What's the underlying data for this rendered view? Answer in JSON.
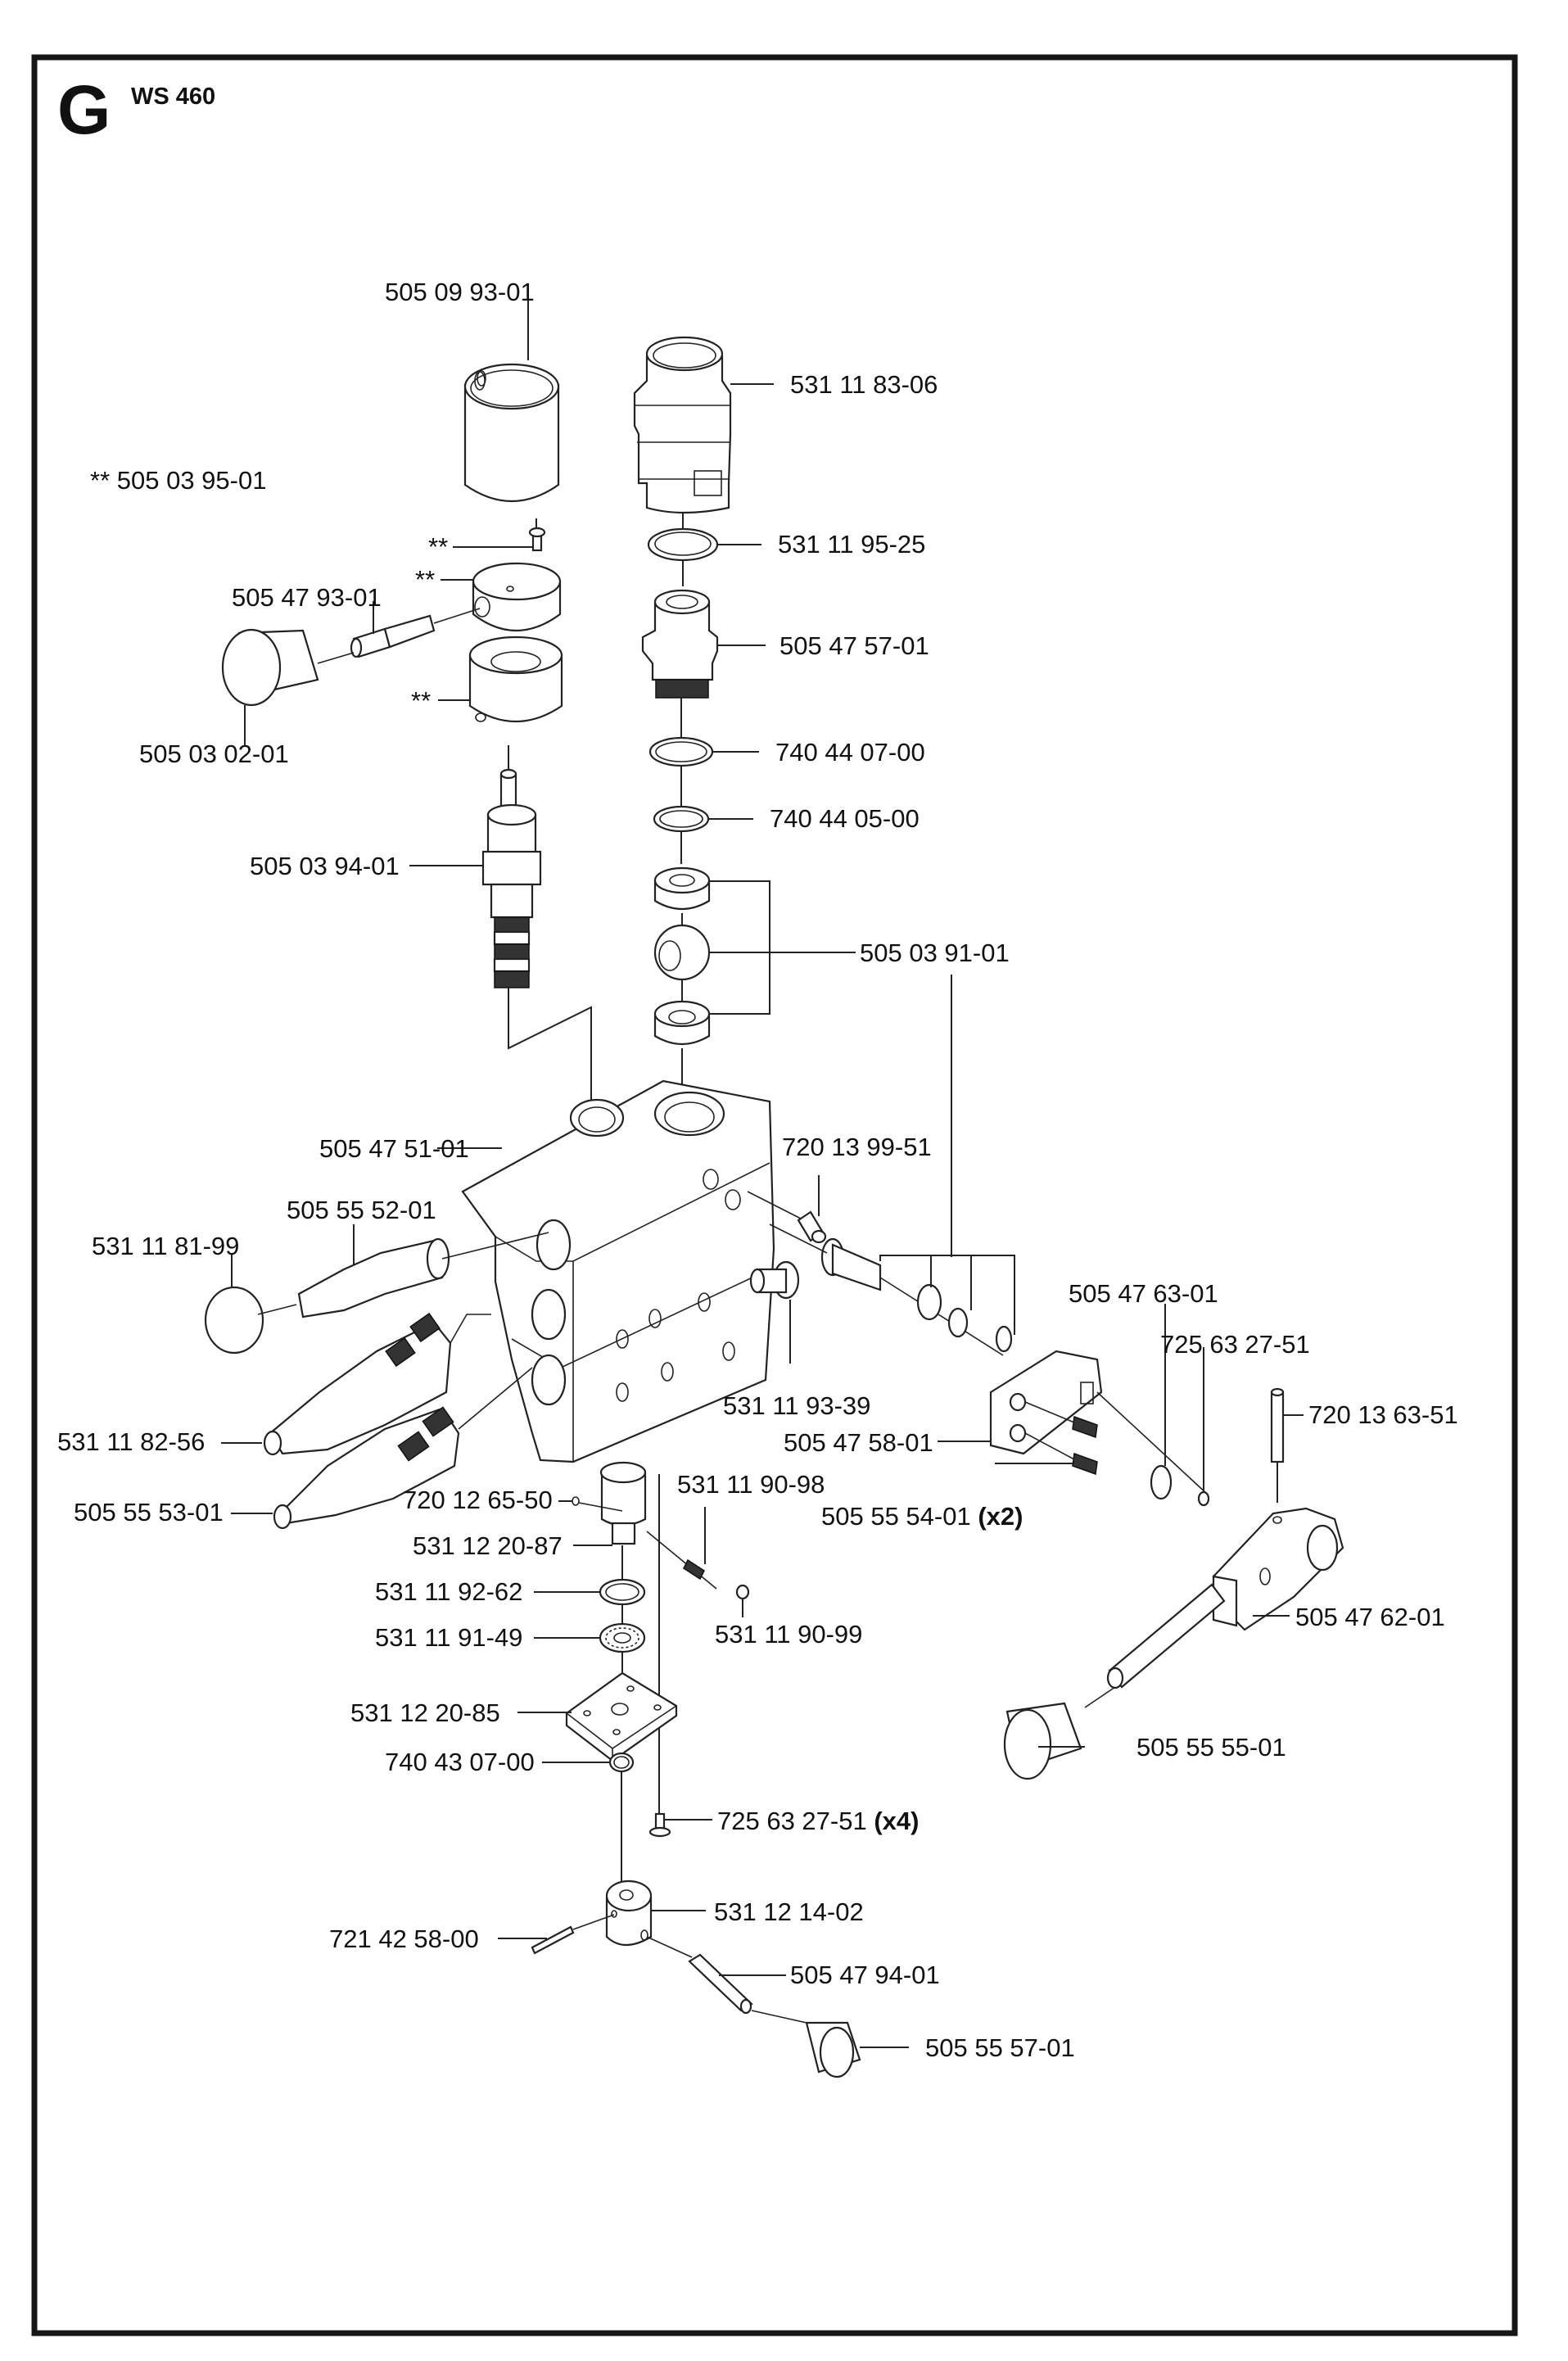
{
  "header": {
    "section_letter": "G",
    "model": "WS 460"
  },
  "footnote": "** 505 03 95-01",
  "kit_marker": "**",
  "parts": [
    {
      "id": "p1",
      "number": "505 09 93-01"
    },
    {
      "id": "p2",
      "number": "531 11 83-06"
    },
    {
      "id": "p3",
      "number": "531 11 95-25"
    },
    {
      "id": "p4",
      "number": "505 47 93-01"
    },
    {
      "id": "p5",
      "number": "505 47 57-01"
    },
    {
      "id": "p6",
      "number": "505 03 02-01"
    },
    {
      "id": "p7",
      "number": "740 44 07-00"
    },
    {
      "id": "p8",
      "number": "740 44 05-00"
    },
    {
      "id": "p9",
      "number": "505 03 94-01"
    },
    {
      "id": "p10",
      "number": "505 03 91-01"
    },
    {
      "id": "p11",
      "number": "505 47 51-01"
    },
    {
      "id": "p12",
      "number": "720 13 99-51"
    },
    {
      "id": "p13",
      "number": "505 55 52-01"
    },
    {
      "id": "p14",
      "number": "531 11 81-99"
    },
    {
      "id": "p15",
      "number": "505 47 63-01"
    },
    {
      "id": "p16",
      "number": "725 63 27-51"
    },
    {
      "id": "p17",
      "number": "531 11 93-39"
    },
    {
      "id": "p18",
      "number": "720 13 63-51"
    },
    {
      "id": "p19",
      "number": "531 11 82-56"
    },
    {
      "id": "p20",
      "number": "505 47 58-01"
    },
    {
      "id": "p21",
      "number": "720 12 65-50"
    },
    {
      "id": "p22",
      "number": "531 11 90-98"
    },
    {
      "id": "p23",
      "number": "505 55 53-01"
    },
    {
      "id": "p24",
      "number": "505 55 54-01",
      "qty": "(x2)"
    },
    {
      "id": "p25",
      "number": "531 12 20-87"
    },
    {
      "id": "p26",
      "number": "531 11 92-62"
    },
    {
      "id": "p27",
      "number": "505 47 62-01"
    },
    {
      "id": "p28",
      "number": "531 11 91-49"
    },
    {
      "id": "p29",
      "number": "531 11 90-99"
    },
    {
      "id": "p30",
      "number": "531 12 20-85"
    },
    {
      "id": "p31",
      "number": "505 55 55-01"
    },
    {
      "id": "p32",
      "number": "740 43 07-00"
    },
    {
      "id": "p33",
      "number": "725 63 27-51",
      "qty": "(x4)"
    },
    {
      "id": "p34",
      "number": "531 12 14-02"
    },
    {
      "id": "p35",
      "number": "721 42 58-00"
    },
    {
      "id": "p36",
      "number": "505 47 94-01"
    },
    {
      "id": "p37",
      "number": "505 55 57-01"
    }
  ]
}
